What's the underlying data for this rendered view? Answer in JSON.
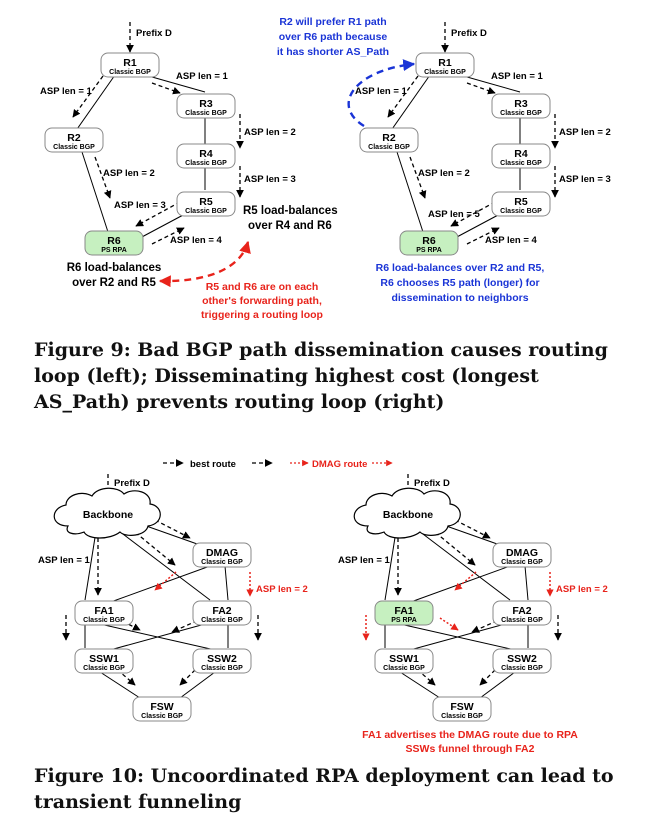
{
  "fig9": {
    "left": {
      "prefix": "Prefix D",
      "nodes": {
        "r1": {
          "name": "R1",
          "sub": "Classic BGP"
        },
        "r2": {
          "name": "R2",
          "sub": "Classic BGP"
        },
        "r3": {
          "name": "R3",
          "sub": "Classic BGP"
        },
        "r4": {
          "name": "R4",
          "sub": "Classic BGP"
        },
        "r5": {
          "name": "R5",
          "sub": "Classic BGP"
        },
        "r6": {
          "name": "R6",
          "sub": "PS RPA"
        }
      },
      "labels": {
        "r1_r2": "ASP len = 1",
        "r1_r3": "ASP len = 1",
        "r3_r4": "ASP len = 2",
        "r4_r5": "ASP len = 3",
        "r2_r6": "ASP len = 2",
        "r5_r2": "ASP len = 3",
        "r6_r5": "ASP len = 4"
      },
      "r5_note": [
        "R5 load-balances",
        "over R4 and R6"
      ],
      "r6_note": [
        "R6 load-balances",
        "over R2 and R5"
      ],
      "loop_note": [
        "R5 and R6 are on each",
        "other's forwarding path,",
        "triggering a routing loop"
      ]
    },
    "right": {
      "prefix": "Prefix D",
      "nodes": {
        "r1": {
          "name": "R1",
          "sub": "Classic BGP"
        },
        "r2": {
          "name": "R2",
          "sub": "Classic BGP"
        },
        "r3": {
          "name": "R3",
          "sub": "Classic BGP"
        },
        "r4": {
          "name": "R4",
          "sub": "Classic BGP"
        },
        "r5": {
          "name": "R5",
          "sub": "Classic BGP"
        },
        "r6": {
          "name": "R6",
          "sub": "PS RPA"
        }
      },
      "labels": {
        "r1_r2": "ASP len = 1",
        "r1_r3": "ASP len = 1",
        "r3_r4": "ASP len = 2",
        "r4_r5": "ASP len = 3",
        "r2_r6": "ASP len = 2",
        "r6_r2": "ASP len = 5",
        "r6_r5": "ASP len = 4"
      },
      "prefer_note": [
        "R2 will prefer R1 path",
        "over R6 path because",
        "it has shorter AS_Path"
      ],
      "bottom_note": [
        "R6 load-balances over R2 and R5,",
        "R6 chooses R5 path (longer) for",
        "dissemination to neighbors"
      ]
    },
    "caption": "Figure 9: Bad BGP path dissemination causes routing loop (left); Disseminating highest cost (longest AS_Path) prevents routing loop (right)"
  },
  "fig10": {
    "legend": {
      "best": "best route",
      "dmag": "DMAG route"
    },
    "left": {
      "prefix": "Prefix D",
      "backbone": "Backbone",
      "nodes": {
        "dmag": {
          "name": "DMAG",
          "sub": "Classic BGP"
        },
        "fa1": {
          "name": "FA1",
          "sub": "Classic BGP"
        },
        "fa2": {
          "name": "FA2",
          "sub": "Classic BGP"
        },
        "ssw1": {
          "name": "SSW1",
          "sub": "Classic BGP"
        },
        "ssw2": {
          "name": "SSW2",
          "sub": "Classic BGP"
        },
        "fsw": {
          "name": "FSW",
          "sub": "Classic BGP"
        }
      },
      "asp1": "ASP len = 1",
      "asp2": "ASP len = 2"
    },
    "right": {
      "prefix": "Prefix D",
      "backbone": "Backbone",
      "nodes": {
        "dmag": {
          "name": "DMAG",
          "sub": "Classic BGP"
        },
        "fa1": {
          "name": "FA1",
          "sub": "PS RPA"
        },
        "fa2": {
          "name": "FA2",
          "sub": "Classic BGP"
        },
        "ssw1": {
          "name": "SSW1",
          "sub": "Classic BGP"
        },
        "ssw2": {
          "name": "SSW2",
          "sub": "Classic BGP"
        },
        "fsw": {
          "name": "FSW",
          "sub": "Classic BGP"
        }
      },
      "asp1": "ASP len = 1",
      "asp2": "ASP len = 2",
      "note": [
        "FA1 advertises the DMAG route due to RPA",
        "SSWs funnel through FA2"
      ]
    },
    "caption": "Figure 10: Uncoordinated RPA deployment can lead to transient funneling"
  },
  "colors": {
    "rpa_fill": "#c6f0c0",
    "red": "#e8231b",
    "blue": "#1a34d6"
  }
}
